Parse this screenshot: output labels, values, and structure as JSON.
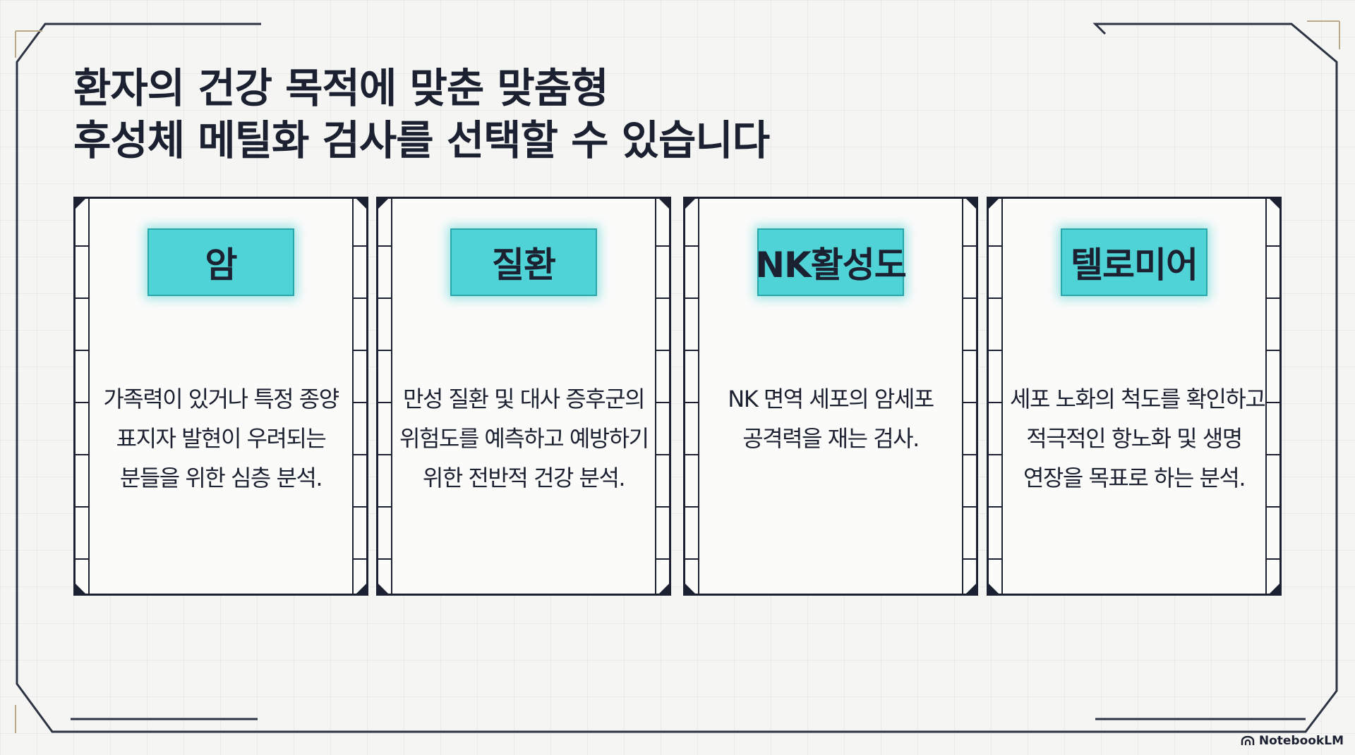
{
  "title": {
    "line1": "환자의 건강 목적에 맞춘 맞춤형",
    "line2": "후성체 메틸화 검사를 선택할 수 있습니다"
  },
  "cards": [
    {
      "tag": "암",
      "lines": [
        "가족력이 있거나 특정 종양",
        "표지자 발현이 우려되는",
        "분들을 위한 심층 분석."
      ]
    },
    {
      "tag": "질환",
      "lines": [
        "만성 질환 및 대사 증후군의",
        "위험도를 예측하고 예방하기",
        "위한 전반적 건강 분석."
      ]
    },
    {
      "tag": "NK활성도",
      "lines": [
        "NK 면역 세포의 암세포",
        "공격력을 재는 검사."
      ]
    },
    {
      "tag": "텔로미어",
      "lines": [
        "세포 노화의 척도를 확인하고",
        "적극적인 항노화 및 생명",
        "연장을 목표로 하는 분석."
      ]
    }
  ],
  "watermark": "NotebookLM",
  "colors": {
    "accent": "#4fd3d6",
    "ink": "#1b2130",
    "background": "#f5f5f3"
  }
}
